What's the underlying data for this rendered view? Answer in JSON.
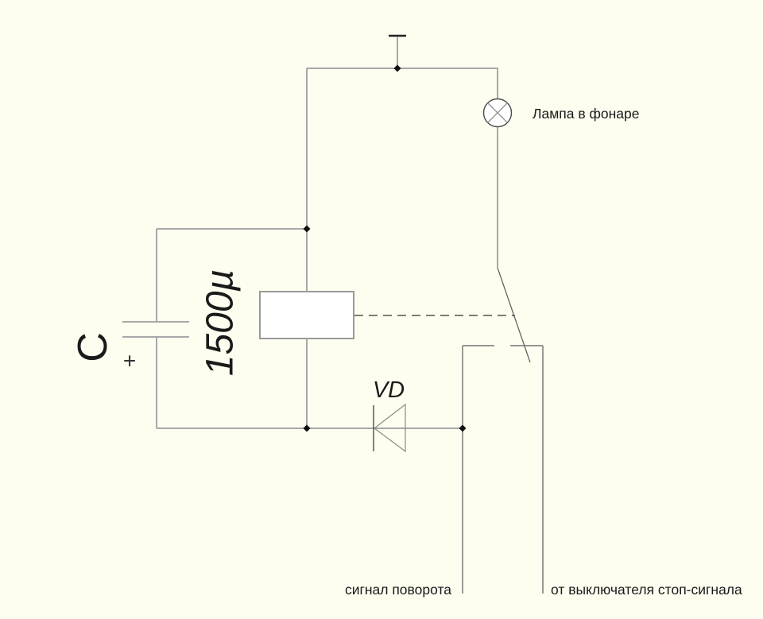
{
  "diagram": {
    "labels": {
      "lamp": "Лампа в фонаре",
      "capacitor_designator": "C",
      "capacitor_value": "1500µ",
      "capacitor_polarity": "+",
      "diode_designator": "VD",
      "input_turn_signal": "сигнал поворота",
      "input_stop_signal": "от выключателя стоп-сигнала"
    }
  },
  "colors": {
    "background": "#FDFDF0",
    "wire": "#A8A8A8",
    "component": "#5A5A5A",
    "outline": "#4A4A4A",
    "dash": "#2F2F2F",
    "dot": "#111111",
    "text": "#1A1A1A",
    "box_fill": "#FFFFFF",
    "box_stroke": "#9A9A9A"
  }
}
